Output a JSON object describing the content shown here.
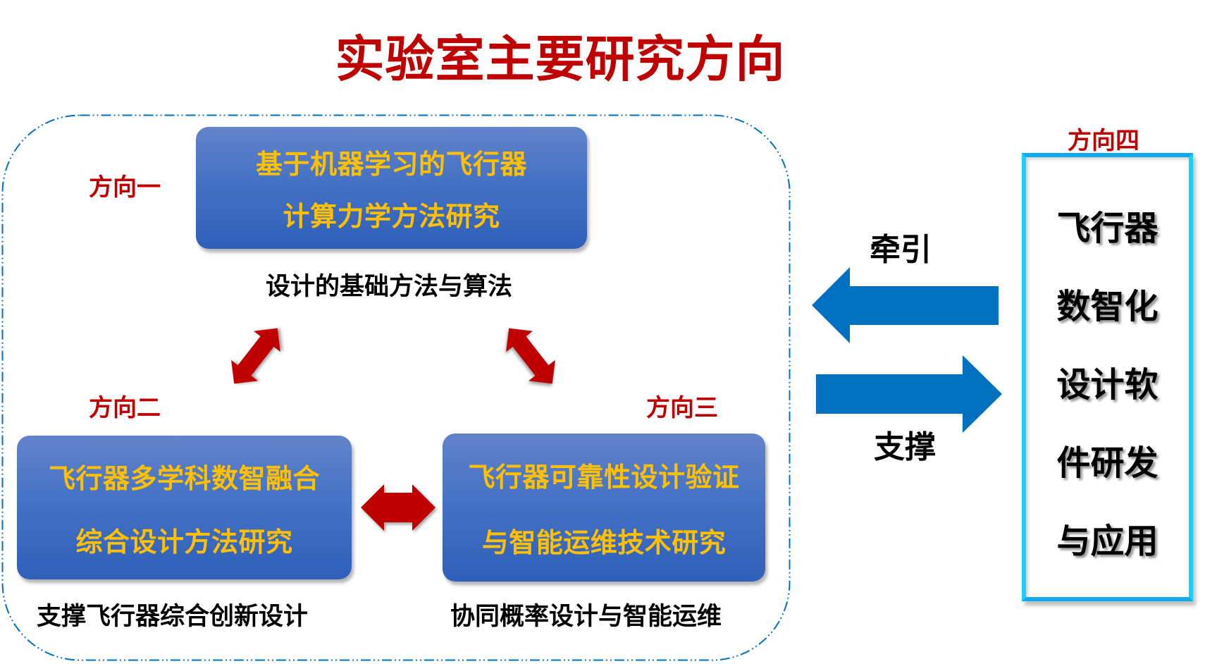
{
  "title": "实验室主要研究方向",
  "colors": {
    "title_red": "#c00000",
    "box_text_gold": "#ffc000",
    "box_blue": "#4472c4",
    "arrow_red": "#c00000",
    "arrow_blue": "#0070c0",
    "frame_blue": "#0070c0",
    "direction4_border": "#11a9f0"
  },
  "directions": [
    {
      "label": "方向一",
      "lines": [
        "基于机器学习的飞行器",
        "计算力学方法研究"
      ],
      "caption": "设计的基础方法与算法"
    },
    {
      "label": "方向二",
      "lines": [
        "飞行器多学科数智融合",
        "综合设计方法研究"
      ],
      "caption": "支撑飞行器综合创新设计"
    },
    {
      "label": "方向三",
      "lines": [
        "飞行器可靠性设计验证",
        "与智能运维技术研究"
      ],
      "caption": "协同概率设计与智能运维"
    }
  ],
  "direction4": {
    "label": "方向四",
    "lines": [
      "飞行器",
      "数智化",
      "设计软",
      "件研发",
      "与应用"
    ]
  },
  "relations": {
    "pull_label": "牵引",
    "support_label": "支撑"
  },
  "icons": {
    "between_1_2": "double-arrow-diagonal-icon",
    "between_1_3": "double-arrow-diagonal-icon",
    "between_2_3": "double-arrow-horizontal-icon",
    "pull": "arrow-left-icon",
    "support": "arrow-right-icon"
  }
}
